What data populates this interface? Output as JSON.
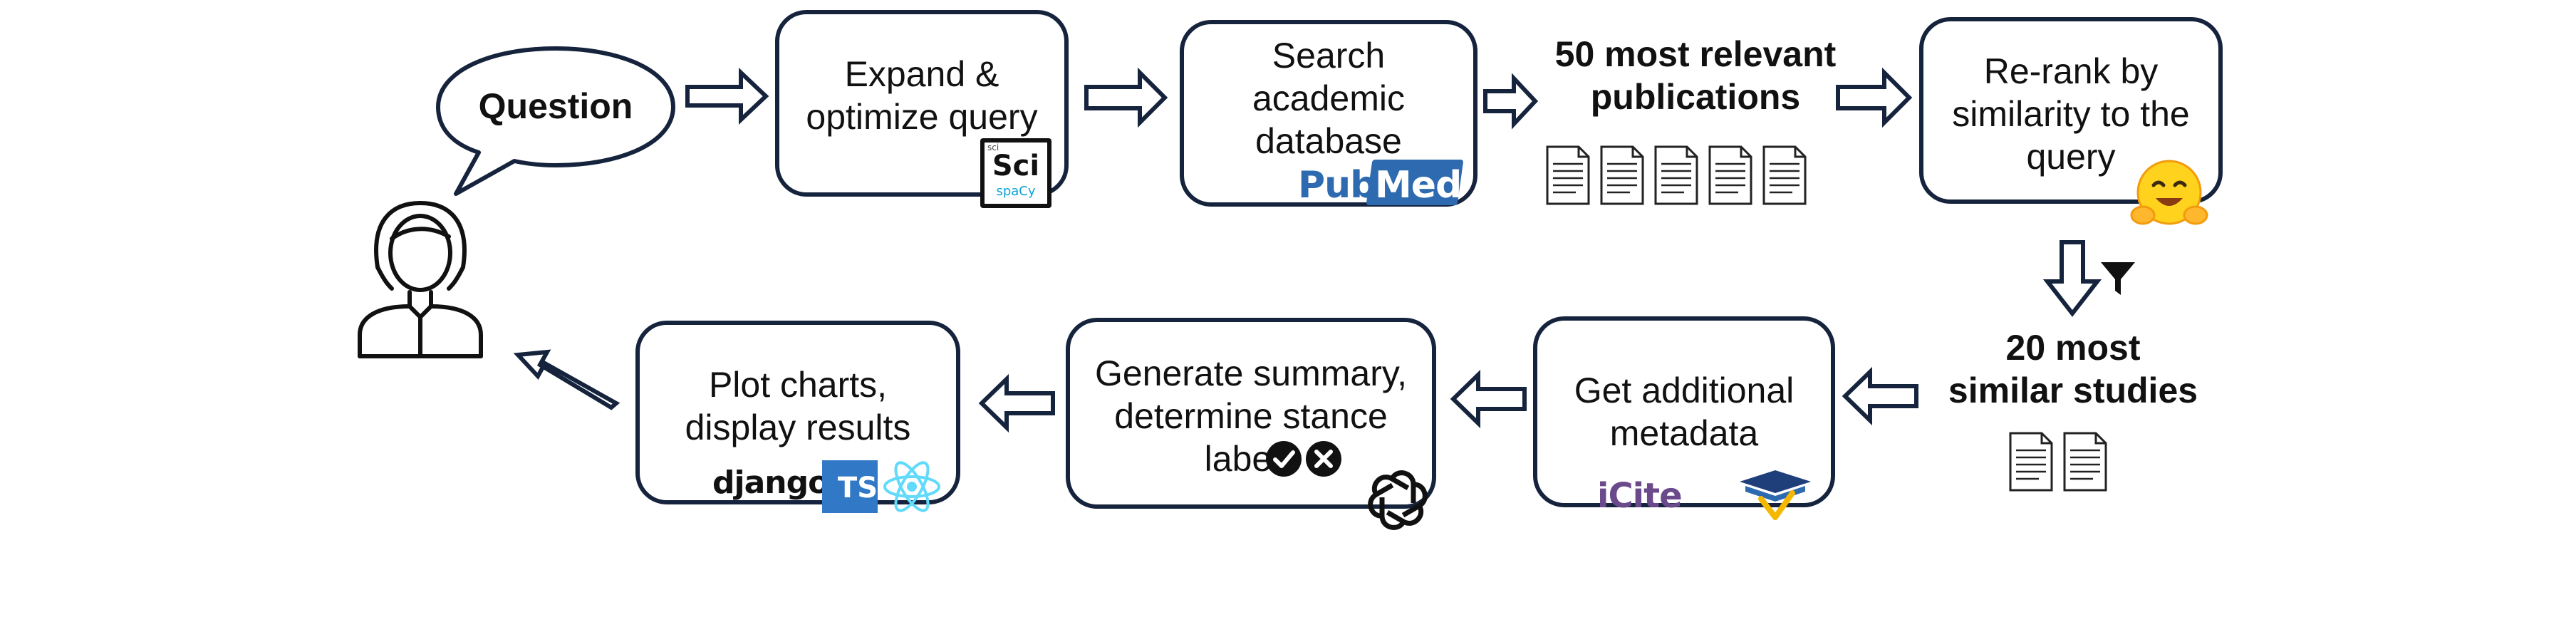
{
  "nodes": {
    "question": "Question",
    "expand": "Expand &\noptimize query",
    "search": "Search\nacademic\ndatabase",
    "top50": "50 most relevant\npublications",
    "rerank": "Re-rank by\nsimilarity to the\nquery",
    "top20": "20 most\nsimilar studies",
    "metadata": "Get additional\nmetadata",
    "summary": "Generate summary,\ndetermine stance\nlabels",
    "plot": "Plot charts,\ndisplay results"
  },
  "logos": {
    "scispacy_main": "Sci",
    "scispacy_sub": "spaCy",
    "scispacy_top": "sci",
    "pubmed_pub": "Pub",
    "pubmed_med": "Med",
    "icite": "iCite",
    "django": "django",
    "typescript": "TS"
  },
  "icons": [
    "user-icon",
    "document-icon",
    "funnel-icon",
    "hugging-face-icon",
    "openai-icon",
    "react-icon",
    "check-icon",
    "cross-icon"
  ],
  "colors": {
    "outline": "#15233d",
    "pubmed_blue": "#2e6ab0",
    "spacy_blue": "#09a3d5",
    "icite_purple": "#6b4a8c",
    "ts_blue": "#3178c6",
    "react_cyan": "#61dafb",
    "hf_yellow": "#ffd21e"
  }
}
